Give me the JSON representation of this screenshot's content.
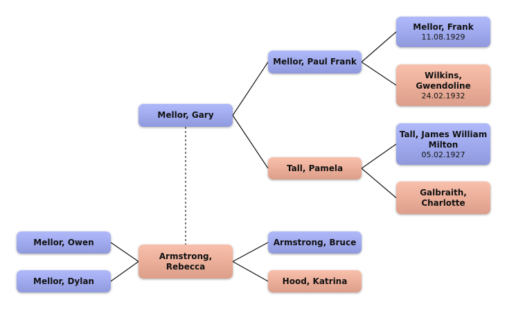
{
  "title": "Family tree",
  "colors": {
    "male": "#9ea8ec",
    "female": "#eaad98",
    "connector": "#111111",
    "spouse_link": "#777777"
  },
  "people": {
    "gary": {
      "name": "Mellor, Gary",
      "date": "",
      "gender": "male"
    },
    "paul": {
      "name": "Mellor, Paul Frank",
      "date": "",
      "gender": "male"
    },
    "pamela": {
      "name": "Tall, Pamela",
      "date": "",
      "gender": "female"
    },
    "frank": {
      "name": "Mellor, Frank",
      "date": "11.08.1929",
      "gender": "male"
    },
    "gwendoline": {
      "name": "Wilkins, Gwendoline",
      "date": "24.02.1932",
      "gender": "female"
    },
    "james": {
      "name": "Tall, James William Milton",
      "date": "05.02.1927",
      "gender": "male"
    },
    "charlotte": {
      "name": "Galbraith, Charlotte",
      "date": "",
      "gender": "female"
    },
    "rebecca": {
      "name": "Armstrong, Rebecca",
      "date": "",
      "gender": "female"
    },
    "owen": {
      "name": "Mellor, Owen",
      "date": "",
      "gender": "male"
    },
    "dylan": {
      "name": "Mellor, Dylan",
      "date": "",
      "gender": "male"
    },
    "bruce": {
      "name": "Armstrong, Bruce",
      "date": "",
      "gender": "male"
    },
    "katrina": {
      "name": "Hood, Katrina",
      "date": "",
      "gender": "female"
    }
  },
  "parent_links": [
    {
      "child": "gary",
      "parent": "paul"
    },
    {
      "child": "gary",
      "parent": "pamela"
    },
    {
      "child": "paul",
      "parent": "frank"
    },
    {
      "child": "paul",
      "parent": "gwendoline"
    },
    {
      "child": "pamela",
      "parent": "james"
    },
    {
      "child": "pamela",
      "parent": "charlotte"
    },
    {
      "child": "rebecca",
      "parent": "bruce"
    },
    {
      "child": "rebecca",
      "parent": "katrina"
    },
    {
      "child": "owen",
      "parent": "rebecca"
    },
    {
      "child": "dylan",
      "parent": "rebecca"
    }
  ],
  "spouse_links": [
    {
      "a": "gary",
      "b": "rebecca"
    }
  ]
}
